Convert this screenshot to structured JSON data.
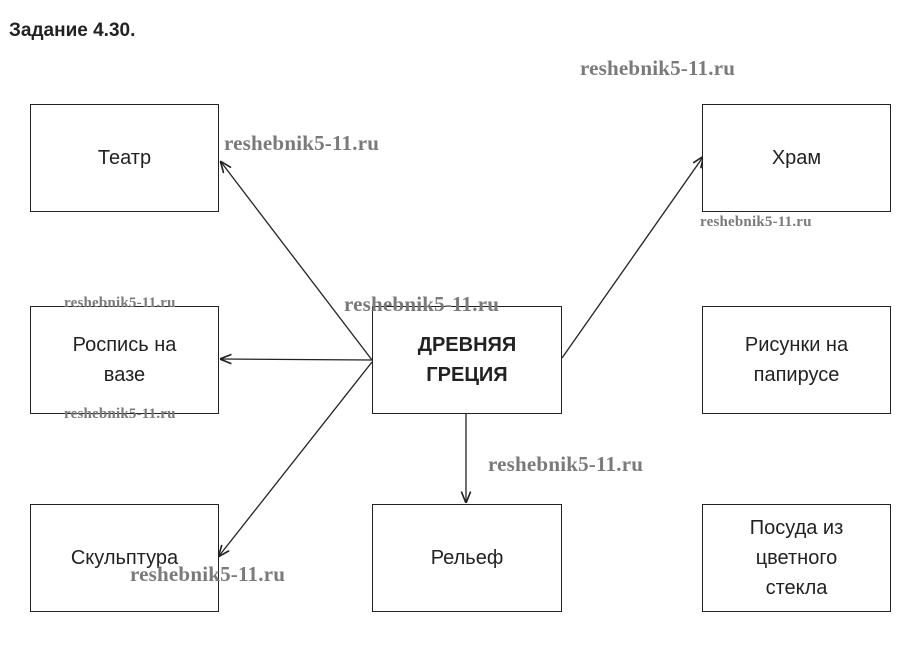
{
  "title": "Задание 4.30.",
  "center": "ДРЕВНЯЯ\nГРЕЦИЯ",
  "boxes": {
    "theatre": "Театр",
    "temple": "Храм",
    "vase": "Роспись на\nвазе",
    "papyrus": "Рисунки на\nпапирусе",
    "sculpture": "Скульптура",
    "relief": "Рельеф",
    "glassware": "Посуда из\nцветного\nстекла"
  },
  "watermarks": [
    "reshebnik5-11.ru",
    "reshebnik5-11.ru",
    "reshebnik5-11.ru",
    "reshebnik5-11.ru",
    "reshebnik5-11.ru",
    "reshebnik5-11.ru",
    "reshebnik5-11.ru",
    "reshebnik5-11.ru"
  ]
}
